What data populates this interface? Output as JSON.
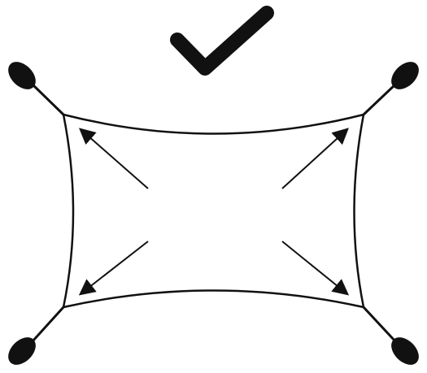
{
  "diagram": {
    "status_icon": "checkmark-icon",
    "elements": [
      "shade-sail-panel",
      "corner-anchor-top-left",
      "corner-anchor-top-right",
      "corner-anchor-bottom-left",
      "corner-anchor-bottom-right",
      "tension-arrow-top-left",
      "tension-arrow-top-right",
      "tension-arrow-bottom-left",
      "tension-arrow-bottom-right"
    ],
    "colors": {
      "stroke": "#111111",
      "fill": "#ffffff",
      "anchor": "#111111"
    }
  }
}
